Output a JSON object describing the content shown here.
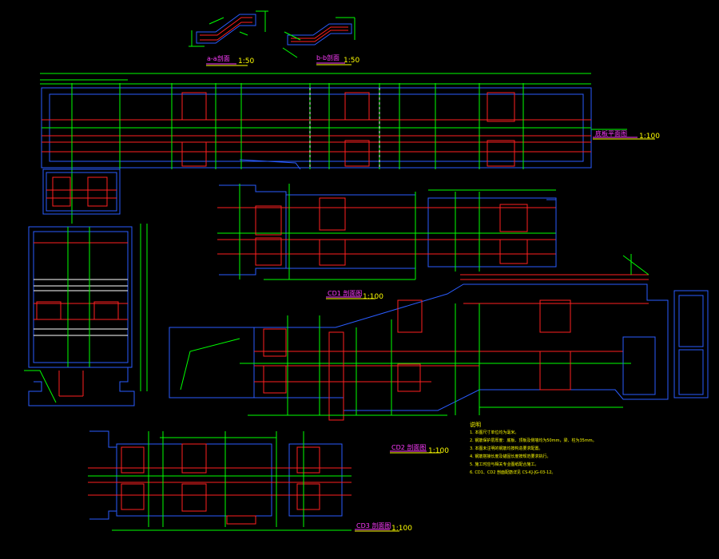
{
  "views": {
    "section_aa": {
      "title": "a-a剖面",
      "scale": "1:50"
    },
    "section_bb": {
      "title": "b-b剖面",
      "scale": "1:50"
    },
    "main_plan": {
      "title": "底板平面图",
      "scale": "1:100"
    },
    "cd1": {
      "title": "CD1 剖面图",
      "scale": "1:100"
    },
    "cd2": {
      "title": "CD2 剖面图",
      "scale": "1:100"
    },
    "cd3": {
      "title": "CD3 剖面图",
      "scale": "1:100"
    }
  },
  "notes": {
    "header": "说明",
    "items": [
      "1. 本图尺寸单位均为毫米。",
      "2. 钢筋保护层厚度：底板、顶板及侧墙均为50mm，梁、柱为35mm。",
      "3. 本图未注明的钢筋均按构造要求配置。",
      "4. 钢筋搭接长度及锚固长度按规范要求执行。",
      "5. 施工时应与相关专业图纸配合施工。",
      "6. CD1、CD2 剖面配筋详见 CS-KJ-JG-03-12。"
    ]
  },
  "colors": {
    "outline": "#2a5cff",
    "rebar": "#ff2020",
    "dimension": "#00ff00",
    "text": "#ffff00",
    "label": "#ff40ff"
  }
}
